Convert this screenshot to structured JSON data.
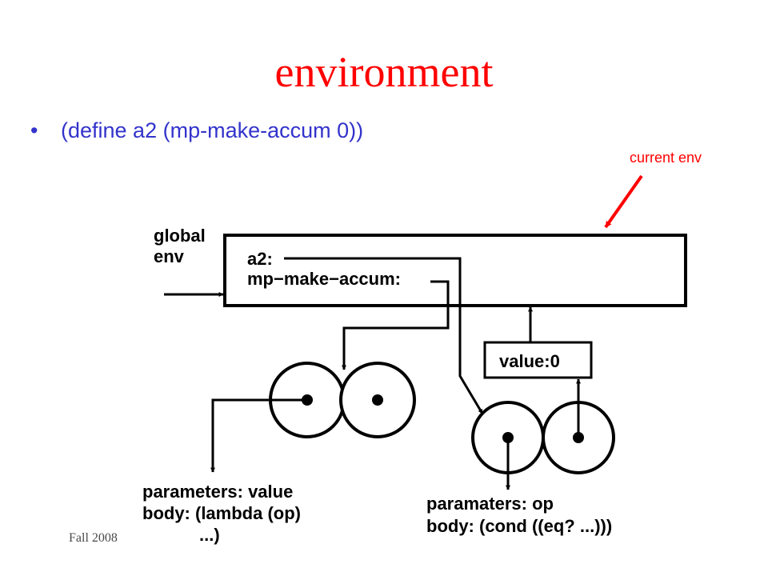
{
  "slide": {
    "title": "environment",
    "bullet_mark": "•",
    "bullet_text": "(define a2 (mp-make-accum 0))",
    "footer": "Fall 2008"
  },
  "diagram": {
    "annotation": "current env",
    "global_label_1": "global",
    "global_label_2": "env",
    "binding_a2": "a2:",
    "binding_make_accum": "mp−make−accum:",
    "frame_value": "value:0",
    "proc1_line1": "parameters: value",
    "proc1_line2": "body: (lambda (op)",
    "proc1_line3": "...)",
    "proc2_line1": "paramaters: op",
    "proc2_line2": "body: (cond ((eq? ...)))"
  },
  "colors": {
    "title": "#ff0000",
    "bullet": "#3333cc",
    "annotation": "#ff0000",
    "ink": "#000000"
  }
}
